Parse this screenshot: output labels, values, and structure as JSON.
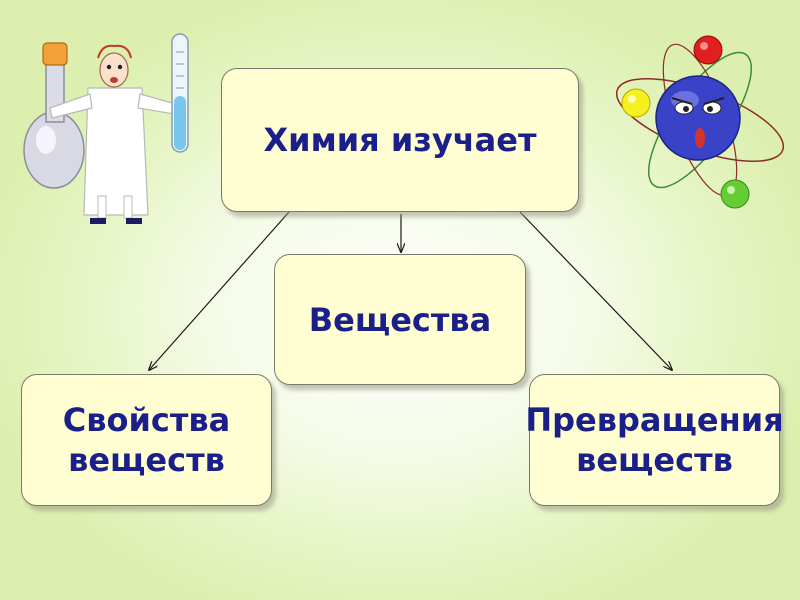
{
  "diagram": {
    "root": {
      "label": "Химия изучает"
    },
    "center": {
      "label": "Вещества"
    },
    "left": {
      "line1": "Свойства",
      "line2": "веществ"
    },
    "right": {
      "line1": "Превращения",
      "line2": "веществ"
    }
  },
  "colors": {
    "text": "#1b1f8a",
    "box_fill": "#fffdd2",
    "background": "#e6f5c4"
  },
  "icons": {
    "left": "scientist-with-flask-and-test-tube-icon",
    "right": "atom-with-electrons-icon"
  }
}
